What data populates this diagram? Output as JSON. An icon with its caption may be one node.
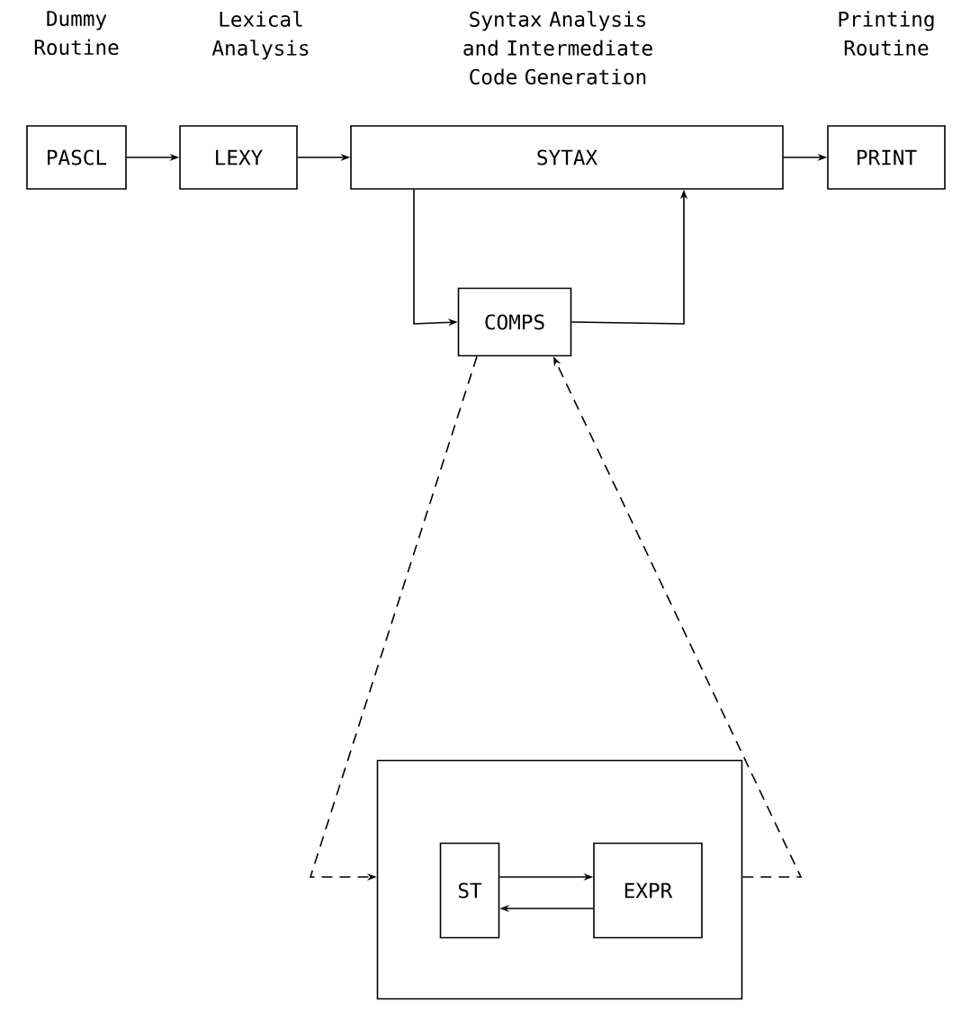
{
  "diagram": {
    "nodes": [
      {
        "text": [
          "Dummy Routine",
          "PASCL"
        ]
      },
      {
        "text": [
          "Lexical Analysis",
          "LEXY"
        ]
      },
      {
        "text": [
          "Syntax Analysis and Intermediate Code Generation",
          "SYTAX"
        ]
      },
      {
        "text": [
          "Printing Routine",
          "PRINT"
        ]
      },
      {
        "text": [
          "COMPS"
        ]
      },
      {
        "text": [],
        "shape": "box"
      },
      {
        "text": [
          "ST"
        ],
        "in": 5
      },
      {
        "text": [
          "EXPR"
        ],
        "in": 5
      }
    ],
    "edges": [
      {
        "from": 0,
        "to": 1,
        "arrow": "to"
      },
      {
        "from": 1,
        "to": 2,
        "arrow": "to"
      },
      {
        "from": 2,
        "to": 3,
        "arrow": "to"
      },
      {
        "from": 2,
        "to": 4,
        "arrow": "to"
      },
      {
        "from": 4,
        "to": 2,
        "arrow": "to"
      },
      {
        "from": 4,
        "to": 5,
        "arrow": "to",
        "style": "dashed"
      },
      {
        "from": 5,
        "to": 4,
        "arrow": "to",
        "style": "dashed"
      },
      {
        "from": 6,
        "to": 7,
        "arrow": "to"
      },
      {
        "from": 7,
        "to": 6,
        "arrow": "to"
      }
    ]
  }
}
